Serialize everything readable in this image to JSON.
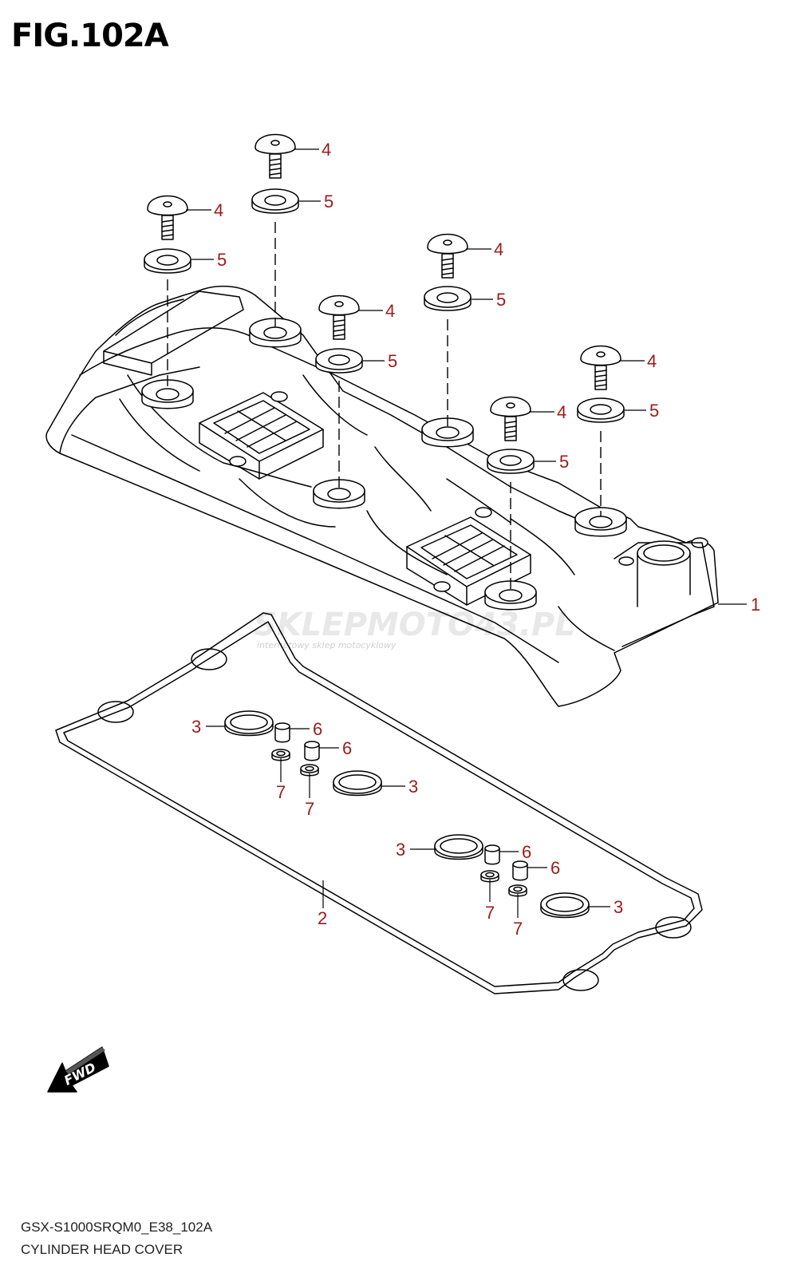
{
  "figure": {
    "title": "FIG.102A"
  },
  "footer": {
    "model_code": "GSX-S1000SRQM0_E38_102A",
    "section_name": "CYLINDER HEAD COVER"
  },
  "watermark": {
    "brand": "SKLEPMOTO43.PL",
    "tagline": "internetowy sklep motocyklowy"
  },
  "direction": {
    "label": "FWD"
  },
  "callouts": {
    "cover": "1",
    "gasket": "2",
    "o_ring": "3",
    "bolt": "4",
    "washer": "5",
    "sleeve": "6",
    "seal": "7"
  },
  "colors": {
    "callout": "#9b1b1b",
    "line": "#000000",
    "watermark": "#d9d9d9"
  }
}
